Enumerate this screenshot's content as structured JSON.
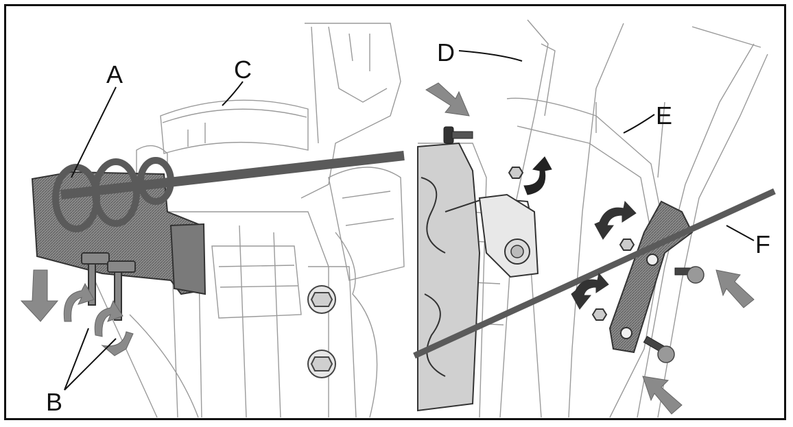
{
  "labels": {
    "a": "A",
    "b": "B",
    "c": "C",
    "d": "D",
    "e": "E",
    "f": "F"
  },
  "colors": {
    "line": "#111111",
    "sketch": "#9a9a9a",
    "bracket": "#6f6f6f",
    "cable": "#5a5a5a",
    "arrow": "#8a8a8a"
  }
}
